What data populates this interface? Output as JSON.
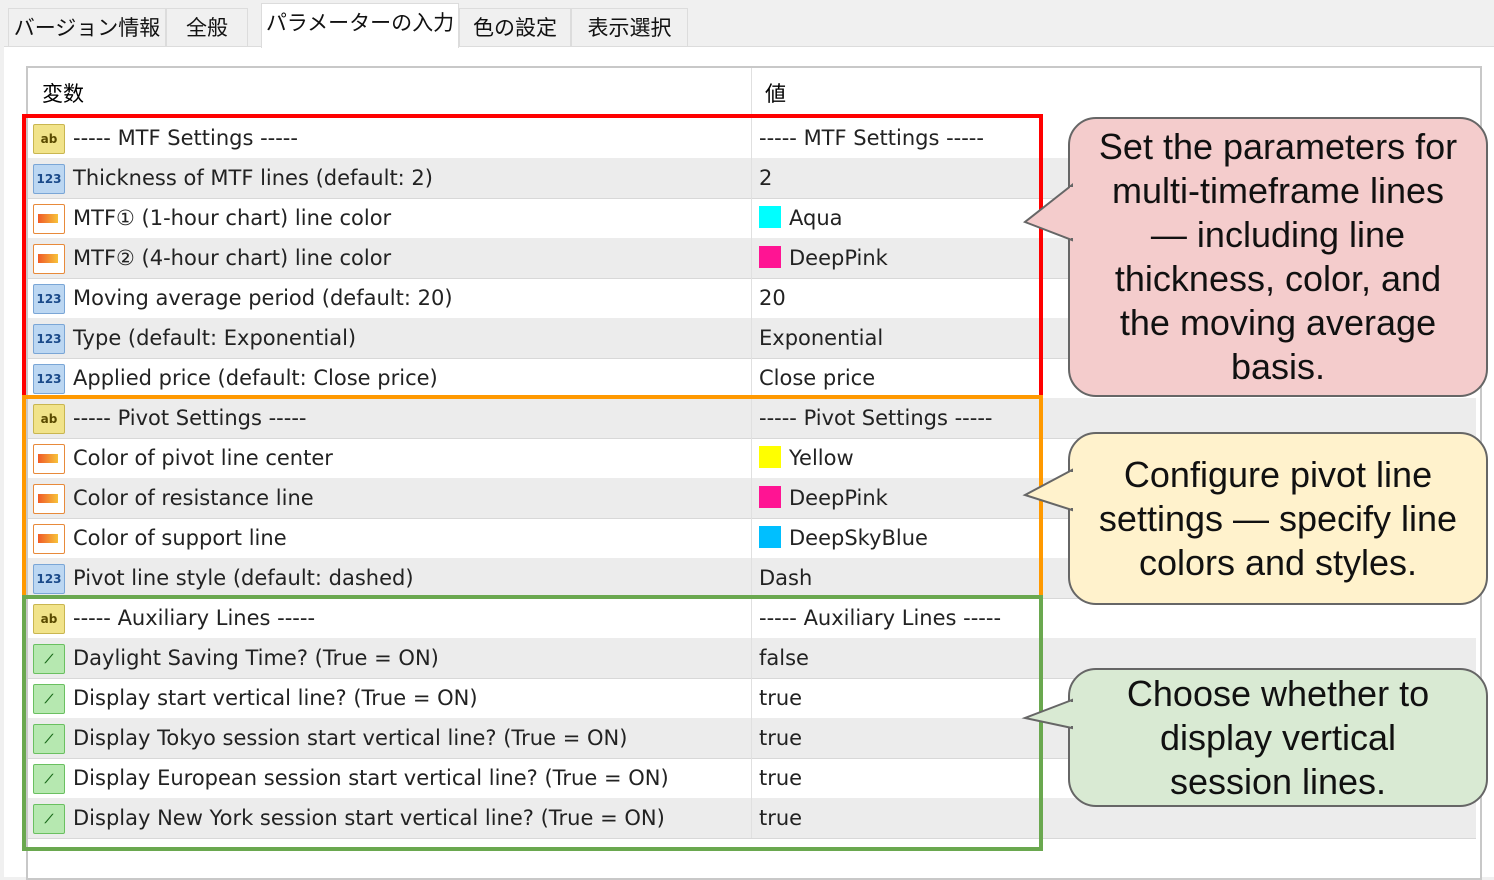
{
  "tabs": [
    {
      "label": "バージョン情報"
    },
    {
      "label": "全般"
    },
    {
      "label": "パラメーターの入力",
      "active": true
    },
    {
      "label": "色の設定"
    },
    {
      "label": "表示選択"
    }
  ],
  "table": {
    "headers": {
      "variable": "変数",
      "value": "値"
    },
    "rows": [
      {
        "icon": "ab",
        "name": "----- MTF Settings -----",
        "value": "----- MTF Settings -----"
      },
      {
        "icon": "123",
        "name": "Thickness of MTF lines (default: 2)",
        "value": "2"
      },
      {
        "icon": "color",
        "name": "MTF① (1-hour chart) line color",
        "value": "Aqua",
        "swatch": "#00ffff"
      },
      {
        "icon": "color",
        "name": "MTF② (4-hour chart) line color",
        "value": "DeepPink",
        "swatch": "#ff1493"
      },
      {
        "icon": "123",
        "name": "Moving average period (default: 20)",
        "value": "20"
      },
      {
        "icon": "123",
        "name": "Type (default: Exponential)",
        "value": "Exponential"
      },
      {
        "icon": "123",
        "name": "Applied price (default: Close price)",
        "value": "Close price"
      },
      {
        "icon": "ab",
        "name": "----- Pivot Settings -----",
        "value": "----- Pivot Settings -----"
      },
      {
        "icon": "color",
        "name": "Color of pivot line center",
        "value": "Yellow",
        "swatch": "#ffff00"
      },
      {
        "icon": "color",
        "name": "Color of resistance line",
        "value": "DeepPink",
        "swatch": "#ff1493"
      },
      {
        "icon": "color",
        "name": "Color of support line",
        "value": "DeepSkyBlue",
        "swatch": "#00bfff"
      },
      {
        "icon": "123",
        "name": "Pivot line style (default: dashed)",
        "value": "Dash"
      },
      {
        "icon": "ab",
        "name": "----- Auxiliary Lines -----",
        "value": "----- Auxiliary Lines -----"
      },
      {
        "icon": "bool",
        "name": "Daylight Saving Time? (True = ON)",
        "value": "false"
      },
      {
        "icon": "bool",
        "name": "Display start vertical line? (True = ON)",
        "value": "true"
      },
      {
        "icon": "bool",
        "name": "Display Tokyo session start vertical line? (True = ON)",
        "value": "true"
      },
      {
        "icon": "bool",
        "name": "Display European session start vertical line? (True = ON)",
        "value": "true"
      },
      {
        "icon": "bool",
        "name": "Display New York session start vertical line? (True = ON)",
        "value": "true"
      }
    ]
  },
  "callouts": [
    {
      "text": "Set the parameters for multi-timeframe lines — including line thickness, color, and the moving average basis.",
      "color": "#f4cccc"
    },
    {
      "text": "Configure pivot line settings — specify line colors and styles.",
      "color": "#fff2cc"
    },
    {
      "text": "Choose whether to display vertical session lines.",
      "color": "#d9ead3"
    }
  ],
  "colors": {
    "mtf_box": "#ff0000",
    "pivot_box": "#ff9900",
    "aux_box": "#6aa84f"
  }
}
